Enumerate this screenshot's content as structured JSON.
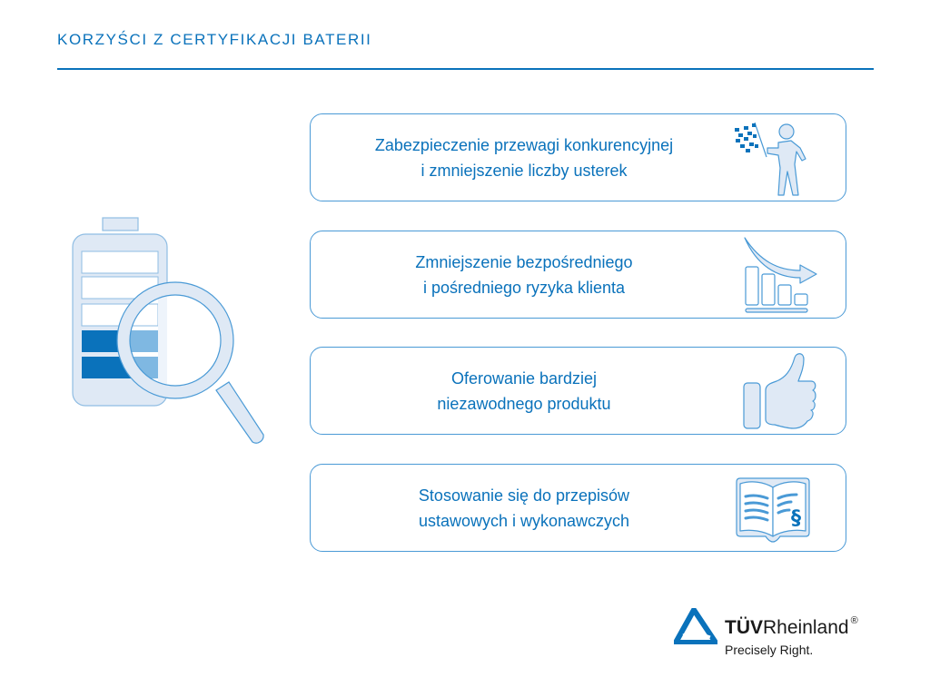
{
  "header": {
    "title": "KORZYŚCI Z CERTYFIKACJI BATERII"
  },
  "illustration": {
    "name": "battery-with-magnifying-glass",
    "battery_cells": 5,
    "filled_cells": 2
  },
  "benefits": [
    {
      "line1": "Zabezpieczenie przewagi konkurencyjnej",
      "line2": "i zmniejszenie liczby usterek",
      "icon": "person-with-checkered-flag-icon"
    },
    {
      "line1": "Zmniejszenie bezpośredniego",
      "line2": "i pośredniego ryzyka klienta",
      "icon": "declining-bar-chart-icon"
    },
    {
      "line1": "Oferowanie bardziej",
      "line2": "niezawodnego produktu",
      "icon": "thumbs-up-icon"
    },
    {
      "line1": "Stosowanie się do przepisów",
      "line2": "ustawowych i wykonawczych",
      "icon": "law-book-paragraph-icon"
    }
  ],
  "logo": {
    "brand_bold": "TÜV",
    "brand_rest": "Rheinland",
    "registered": "®",
    "tagline": "Precisely Right."
  },
  "colors": {
    "primary_blue": "#0a72bb",
    "border_blue": "#4a9ad6",
    "light_fill": "#dfe9f5",
    "mid_blue": "#7fb8e2"
  }
}
